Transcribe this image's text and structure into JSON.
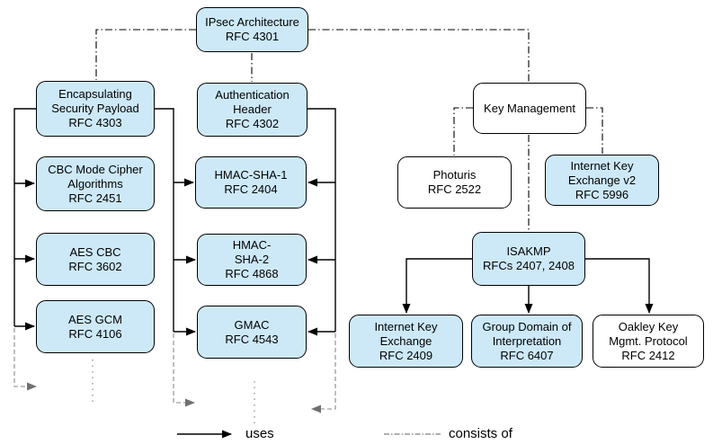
{
  "nodes": {
    "ipsec": {
      "label": "IPsec Architecture\nRFC 4301"
    },
    "esp": {
      "label": "Encapsulating\nSecurity Payload\nRFC 4303"
    },
    "auth_header": {
      "label": "Authentication\nHeader\nRFC 4302"
    },
    "key_management": {
      "label": "Key Management"
    },
    "cbc_mode": {
      "label": "CBC Mode Cipher\nAlgorithms\nRFC 2451"
    },
    "hmac_sha1": {
      "label": "HMAC-SHA-1\nRFC 2404"
    },
    "photuris": {
      "label": "Photuris\nRFC 2522"
    },
    "ike_v2": {
      "label": "Internet Key\nExchange v2\nRFC 5996"
    },
    "aes_cbc": {
      "label": "AES CBC\nRFC 3602"
    },
    "hmac_sha2": {
      "label": "HMAC-\nSHA-2\nRFC 4868"
    },
    "isakmp": {
      "label": "ISAKMP\nRFCs 2407, 2408"
    },
    "aes_gcm": {
      "label": "AES GCM\nRFC 4106"
    },
    "gmac": {
      "label": "GMAC\nRFC 4543"
    },
    "ike": {
      "label": "Internet Key\nExchange\nRFC 2409"
    },
    "gdoi": {
      "label": "Group Domain of\nInterpretation\nRFC 6407"
    },
    "oakley": {
      "label": "Oakley Key\nMgmt. Protocol\nRFC 2412"
    }
  },
  "legend": {
    "uses": "uses",
    "consists_of": "consists of"
  },
  "colors": {
    "node_fill_blue": "#cde9f8",
    "node_fill_white": "#ffffff",
    "node_border": "#000000",
    "uses_connector": "#000000",
    "consists_of_connector": "#000000",
    "continuation_connector": "#808080"
  }
}
